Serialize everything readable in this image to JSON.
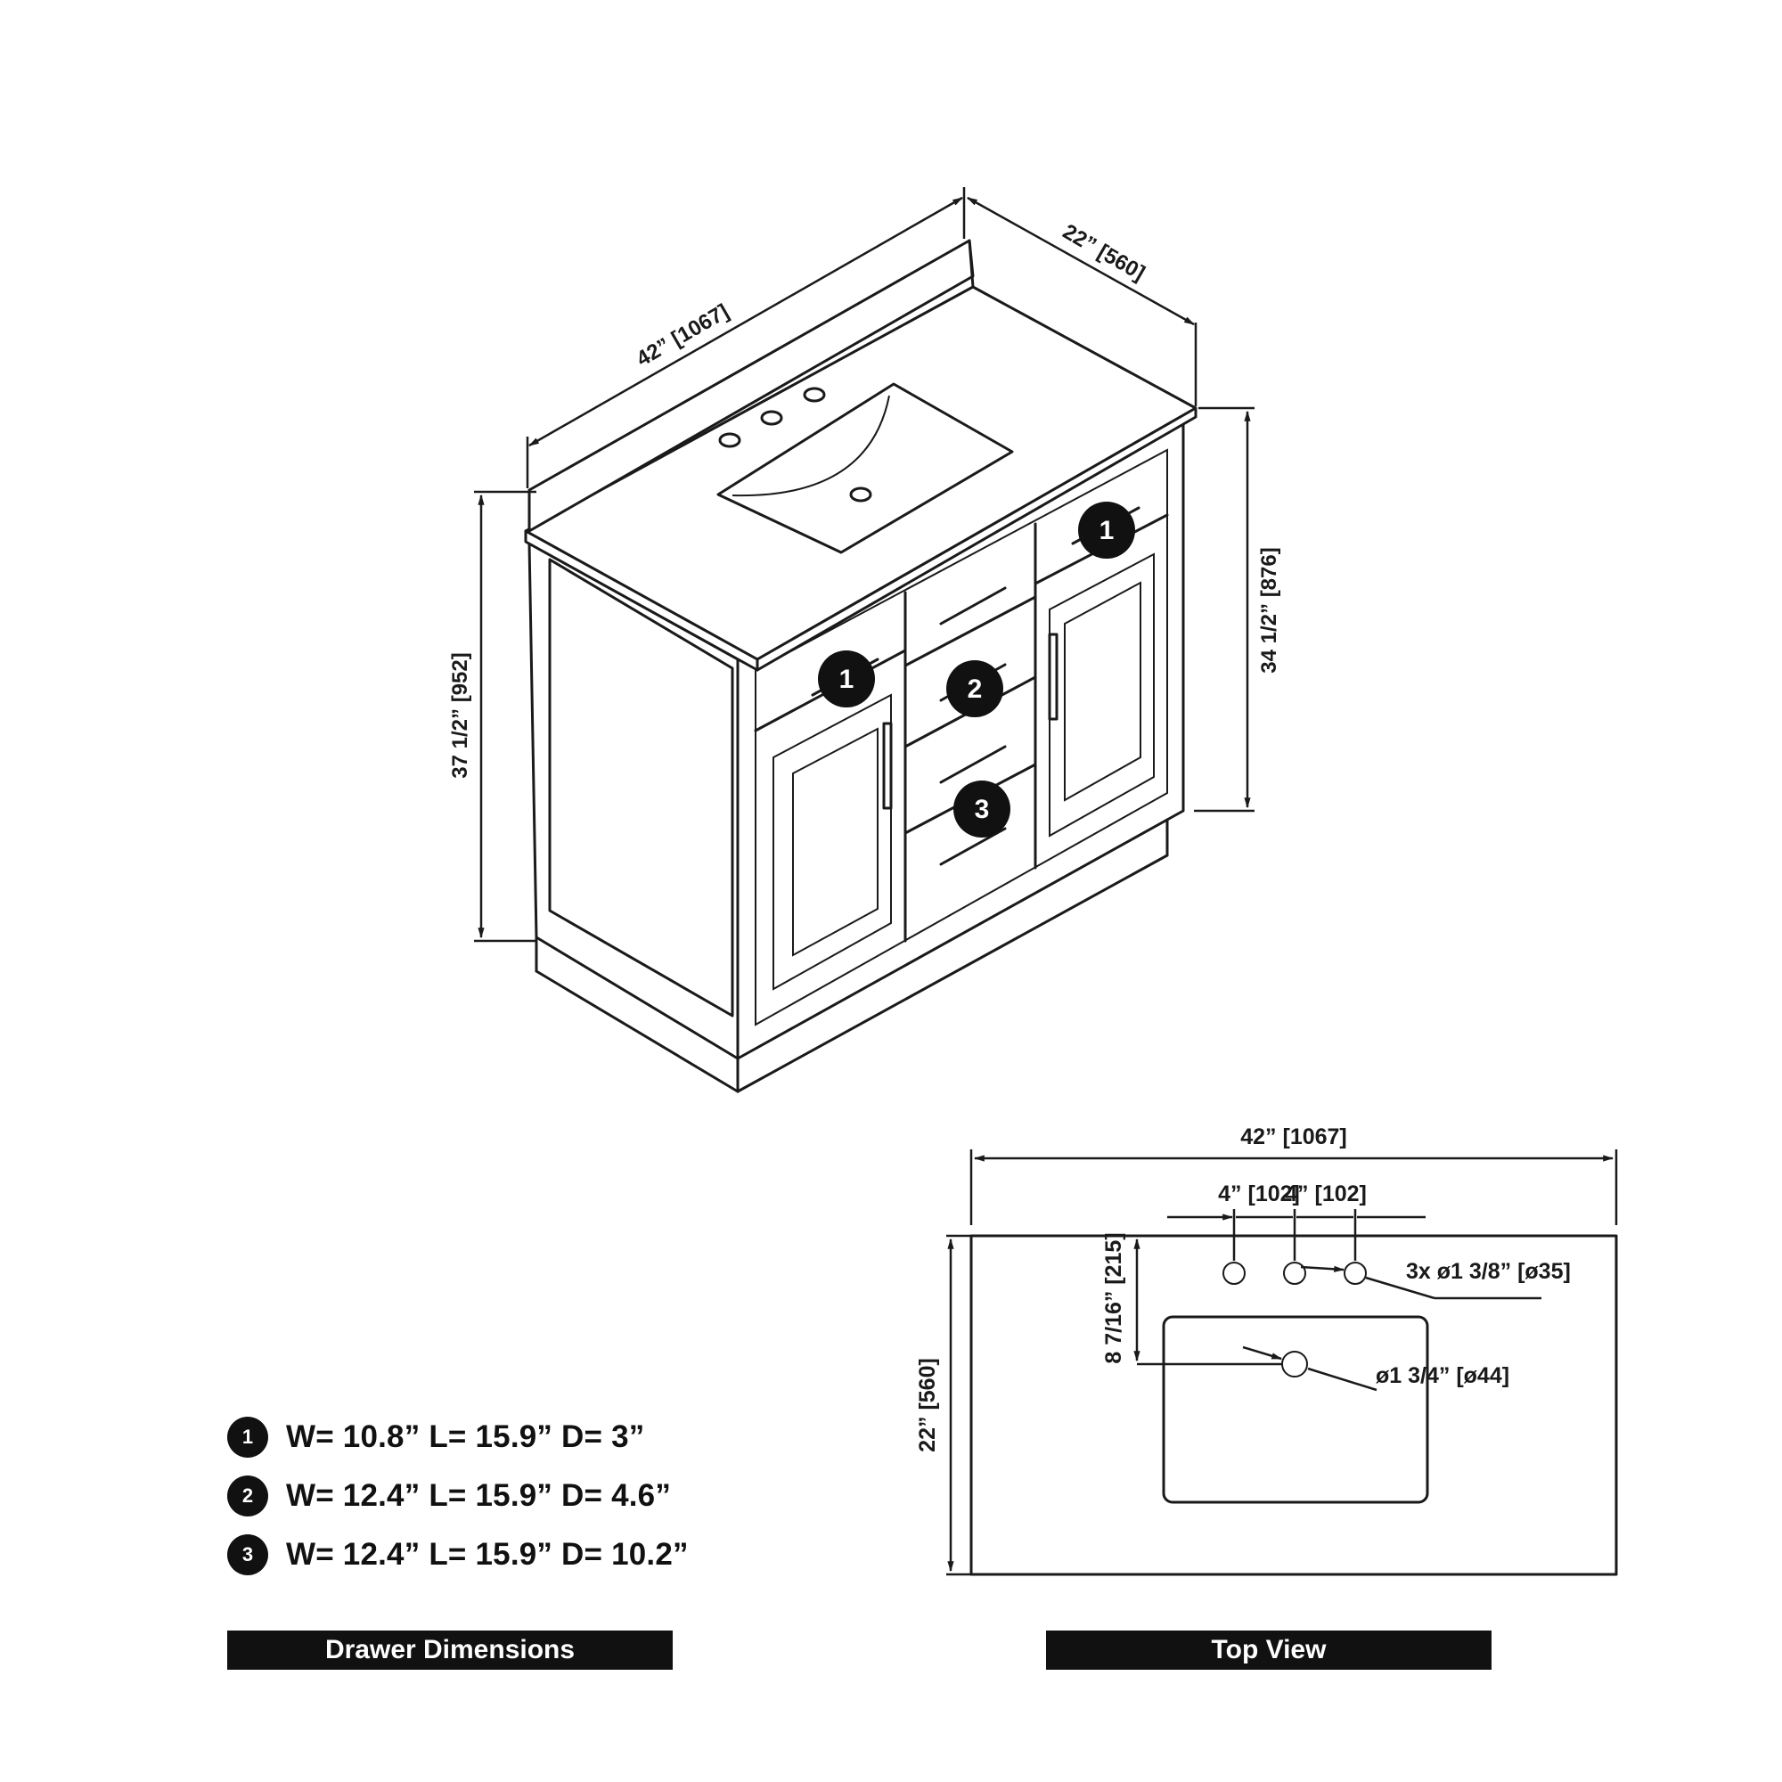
{
  "iso_view": {
    "width_label": "42” [1067]",
    "depth_label": "22” [560]",
    "total_height_label": "37 1/2” [952]",
    "cabinet_height_label": "34 1/2” [876]",
    "drawer_badges": [
      "1",
      "2",
      "3"
    ]
  },
  "top_view": {
    "width_label": "42” [1067]",
    "depth_label": "22” [560]",
    "spacing_left_label": "4” [102]",
    "spacing_right_label": "4” [102]",
    "faucet_holes_label": "3x ø1 3/8” [ø35]",
    "drain_offset_label": "8 7/16” [215]",
    "drain_label": "ø1 3/4” [ø44]"
  },
  "drawer_dimensions": [
    {
      "badge": "1",
      "text": "W= 10.8” L= 15.9” D= 3”"
    },
    {
      "badge": "2",
      "text": "W= 12.4” L= 15.9” D= 4.6”"
    },
    {
      "badge": "3",
      "text": "W= 12.4” L= 15.9” D= 10.2”"
    }
  ],
  "banners": {
    "drawer_dimensions": "Drawer Dimensions",
    "top_view": "Top View"
  }
}
